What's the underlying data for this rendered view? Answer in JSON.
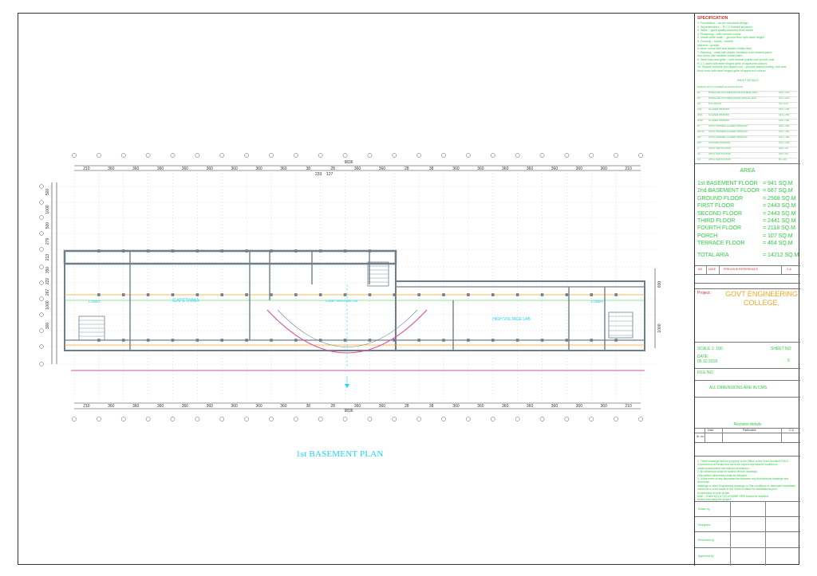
{
  "drawing_title": "1st BASEMENT PLAN",
  "room_labels": {
    "cafeteria": "CAFETARIA",
    "lobby_left": "LOBBY",
    "lobby_right": "LOBBY",
    "high_voltage_lab": "HIGH VOLTAGE LAB",
    "lobby_below": "LOBBY BEEN BELOW"
  },
  "dimensions": {
    "top_total": "9836",
    "bottom_total": "9836",
    "top_sub": [
      "233",
      "127"
    ],
    "top_bays": [
      "210",
      "360",
      "360",
      "360",
      "360",
      "360",
      "360",
      "360",
      "360",
      "38",
      "28",
      "360",
      "360",
      "28",
      "38",
      "360",
      "360",
      "360",
      "360",
      "360",
      "360",
      "360",
      "210"
    ],
    "bottom_bays": [
      "210",
      "360",
      "360",
      "360",
      "360",
      "360",
      "360",
      "360",
      "360",
      "38",
      "28",
      "360",
      "360",
      "28",
      "38",
      "360",
      "360",
      "360",
      "360",
      "360",
      "360",
      "360",
      "210"
    ],
    "left_stack": [
      "500",
      "1000",
      "500",
      "279",
      "213",
      "350",
      "222",
      "267",
      "1000",
      "300"
    ],
    "right_stack": [
      "600",
      "1000"
    ]
  },
  "spec": {
    "heading": "SPECIFICATION",
    "items": [
      "1. Foundation :- as per structural design",
      "2. Superstructure :- R.C.C framed structure",
      "3. Walls :- good quality masonry brick works",
      "4. Plastering :- with cement mortar",
      "5. Inside white wash :- ground floor upto dado height",
      "6. Flooring :- toilets - marble",
      "        kitchens - granite",
      "        & other rooms with anti skidde vitrified tiles",
      "7. Painting :- walls with plastic emulsion over cement paint;",
      "   iron doors with weather shield paint",
      "8. Steel hats and grills :- with enamel paints over primer coat",
      "   R.C.C work with steel hinged grille of approved colours",
      "10. Sloped roofs/tile (on sloped roof :- provide waterproofing. Use over",
      "    flood truss with steel hinged grille of approved colours"
    ]
  },
  "schedule": {
    "heading": "SHEET DETAILS",
    "subhead": "DR&HS  UPVC FRAMED GLAZING DOOR",
    "rows": [
      [
        "D1",
        "PANELLED WOODEN DOOR DOUBLE LEAF",
        "120 x 210"
      ],
      [
        "D2",
        "PANELLED WOODEN DOOR SINGLE LEAF",
        "100 x 210"
      ],
      [
        "D3",
        "PVC DOOR",
        "75 x 210"
      ],
      [
        "GW",
        "GLAZED WINDOW",
        "150 x 150"
      ],
      [
        "GW1",
        "GLAZED WINDOW",
        "120 x 150"
      ],
      [
        "GW2",
        "GLAZED WINDOW",
        "100 x 150"
      ],
      [
        "W",
        "UPVC FRAMED GLAZED WINDOW",
        "200 x 150"
      ],
      [
        "W1-W",
        "UPVC FRAMED GLAZED WINDOW",
        "150 x 150"
      ],
      [
        "W2",
        "UPVC FRAMED GLAZED WINDOW",
        "100 x 150"
      ],
      [
        "KW",
        "KITCHEN WINDOW",
        "100 x 100"
      ],
      [
        "V",
        "UPVC VENTILATOR",
        "200 x 60"
      ],
      [
        "V1",
        "UPVC VENTILATOR",
        "100 x 60"
      ],
      [
        "V2",
        "UPVC VENTILATOR",
        "60 x 60"
      ]
    ]
  },
  "area": {
    "heading": "AREA",
    "rows": [
      {
        "name": "1st BASEMENT FLOOR",
        "value": "= 941 SQ.M"
      },
      {
        "name": "2nd BASEMENT FLOOR",
        "value": "= 687 SQ.M"
      },
      {
        "name": "GROUND FLOOR",
        "value": "= 2568 SQ.M"
      },
      {
        "name": "FIRST FLOOR",
        "value": "= 2443 SQ.M"
      },
      {
        "name": "SECOND FLOOR",
        "value": "= 2443 SQ.M"
      },
      {
        "name": "THIRD FLOOR",
        "value": "= 2441 SQ.M"
      },
      {
        "name": "FOURTH FLOOR",
        "value": "= 2118 SQ.M"
      },
      {
        "name": "PORCH",
        "value": "= 107 SQ.M"
      },
      {
        "name": "TERRACE FLOOR",
        "value": "= 464 SQ.M"
      }
    ],
    "total_label": "TOTAL ARIA",
    "total_value": "= 14212 SQ.M"
  },
  "revision_header": {
    "no": "NO",
    "date": "DATE",
    "prev": "PREVIOUS REFERENCES",
    "ca": "C.A"
  },
  "project": {
    "label": "Project:",
    "name": "GOVT ENGINEERING COLLEGE,"
  },
  "scale": "SCALE 1: 100",
  "sheet_no_label": "SHEET NO",
  "sheet_no": "5",
  "date_label": "DATE:",
  "date": "05.12.2018",
  "file_no": "FILE NO:",
  "dims_note": "ALL DIMENSIONS ARE IN CMS",
  "revision_details": {
    "title": "Revision details",
    "sl": "Sl. no.",
    "date": "Date",
    "particulars": "Particulars",
    "ca": "C.A"
  },
  "notes": [
    "1.  These drawings are the property of the Office of the Chief Architect,P.W.D.",
    "    Government of Kerala and not to be copied,reproduced,modified or",
    "    made unauthorized use without permission.",
    "2.  No dimension shall be scaled off from drawings.",
    "    Only written dimensions shall be followed.",
    "3.  In the event of any discrepancies between any Architectural drawings and Structural",
    "    drawings or other Engineering drawings or Site conditions or otherwise immediate",
    "    reference is to be made to the    Chief Architect for clarifications prior",
    "    to execution of work at site.",
    "Note :- Rules 5(2) & 7(2) of KMBR 1999 should be satisfied",
    "    before executing the project"
  ],
  "signatures": [
    "Drawn by",
    "Designed",
    "Reviewed by",
    "Approved by"
  ],
  "colors": {
    "wall": "#6f7f8a",
    "grid": "#9aa3a8",
    "cyan_text": "#19d3ff",
    "green_text": "#2ecc40",
    "red_text": "#c0392b",
    "orange": "#f5a623",
    "arc": "#d94ea0"
  }
}
